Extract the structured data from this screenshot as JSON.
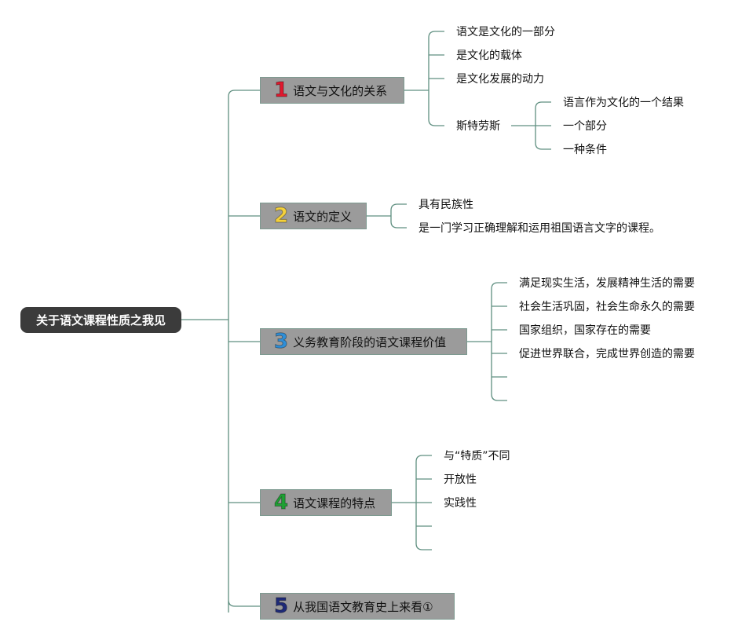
{
  "root": {
    "title": "关于语文课程性质之我见"
  },
  "topics": [
    {
      "number": "1",
      "color": "#e0182d",
      "label": "语文与文化的关系",
      "children": [
        {
          "label": "语文是文化的一部分"
        },
        {
          "label": "是文化的载体"
        },
        {
          "label": "是文化发展的动力"
        },
        {
          "label": "斯特劳斯",
          "children": [
            "语言作为文化的一个结果",
            "一个部分",
            "一种条件"
          ]
        }
      ]
    },
    {
      "number": "2",
      "color": "#f4d13c",
      "label": "语文的定义",
      "children": [
        {
          "label": "具有民族性"
        },
        {
          "label": "是一门学习正确理解和运用祖国语言文字的课程。"
        }
      ]
    },
    {
      "number": "3",
      "color": "#2f8fd8",
      "label": "义务教育阶段的语文课程价值",
      "children": [
        {
          "label": "满足现实生活，发展精神生活的需要"
        },
        {
          "label": "社会生活巩固，社会生命永久的需要"
        },
        {
          "label": "国家组织，国家存在的需要"
        },
        {
          "label": "促进世界联合，完成世界创造的需要"
        },
        {
          "label": ""
        },
        {
          "label": ""
        }
      ]
    },
    {
      "number": "4",
      "color": "#1ea033",
      "label": "语文课程的特点",
      "children": [
        {
          "label": "与“特质”不同"
        },
        {
          "label": "开放性"
        },
        {
          "label": "实践性"
        },
        {
          "label": ""
        },
        {
          "label": ""
        }
      ]
    },
    {
      "number": "5",
      "color": "#1e2a78",
      "label": "从我国语文教育史上来看①",
      "children": []
    }
  ]
}
